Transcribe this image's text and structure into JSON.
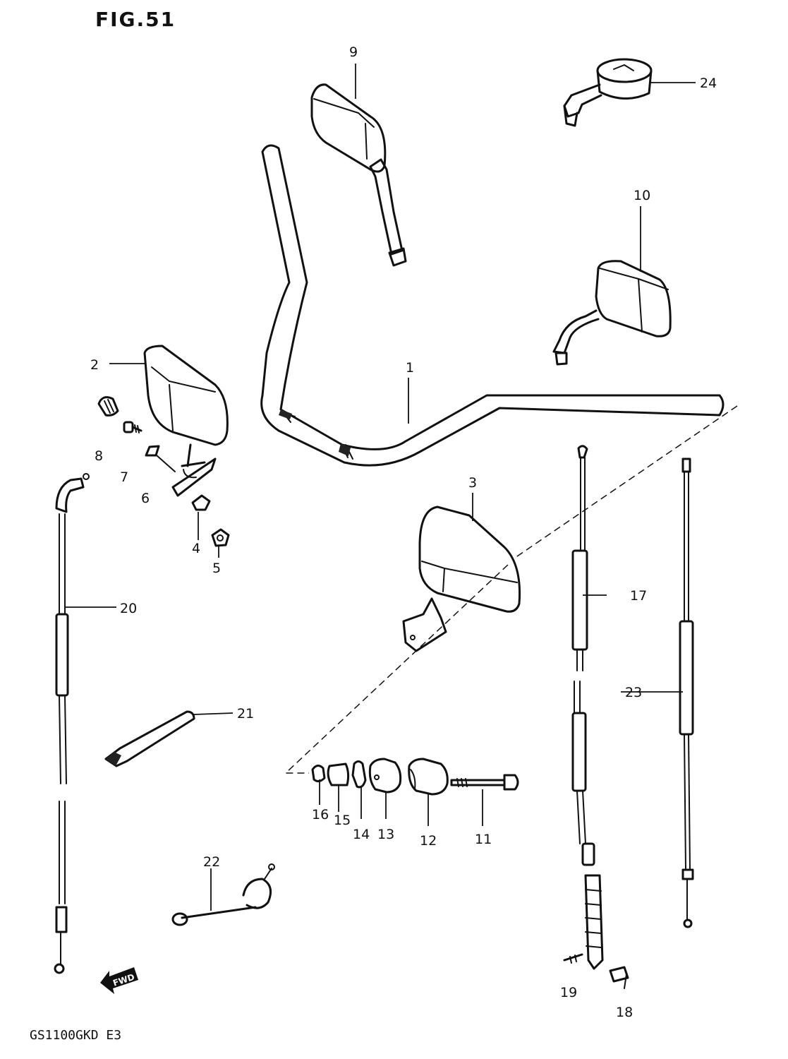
{
  "figure": {
    "title": "FIG.51",
    "footer": "GS1100GKD E3",
    "direction_tag": "FWD"
  },
  "callouts": [
    {
      "id": "c1",
      "label": "1"
    },
    {
      "id": "c2",
      "label": "2"
    },
    {
      "id": "c3",
      "label": "3"
    },
    {
      "id": "c4",
      "label": "4"
    },
    {
      "id": "c5",
      "label": "5"
    },
    {
      "id": "c6",
      "label": "6"
    },
    {
      "id": "c7",
      "label": "7"
    },
    {
      "id": "c8",
      "label": "8"
    },
    {
      "id": "c9",
      "label": "9"
    },
    {
      "id": "c10",
      "label": "10"
    },
    {
      "id": "c11",
      "label": "11"
    },
    {
      "id": "c12",
      "label": "12"
    },
    {
      "id": "c13",
      "label": "13"
    },
    {
      "id": "c14",
      "label": "14"
    },
    {
      "id": "c15",
      "label": "15"
    },
    {
      "id": "c16",
      "label": "16"
    },
    {
      "id": "c17",
      "label": "17"
    },
    {
      "id": "c18",
      "label": "18"
    },
    {
      "id": "c19",
      "label": "19"
    },
    {
      "id": "c20",
      "label": "20"
    },
    {
      "id": "c21",
      "label": "21"
    },
    {
      "id": "c22",
      "label": "22"
    },
    {
      "id": "c23",
      "label": "23"
    },
    {
      "id": "c24",
      "label": "24"
    }
  ]
}
